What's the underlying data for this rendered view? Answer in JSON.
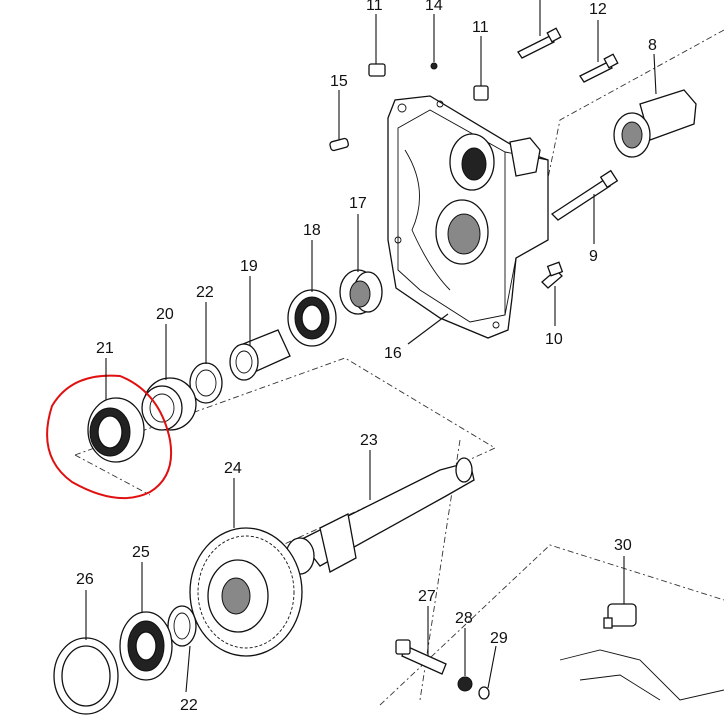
{
  "diagram": {
    "labels": {
      "l8": "8",
      "l9": "9",
      "l10": "10",
      "l11a": "11",
      "l11b": "11",
      "l12": "12",
      "l14": "14",
      "l15": "15",
      "l16": "16",
      "l17": "17",
      "l18": "18",
      "l19": "19",
      "l20": "20",
      "l21": "21",
      "l22a": "22",
      "l22b": "22",
      "l23": "23",
      "l24": "24",
      "l25": "25",
      "l26": "26",
      "l27": "27",
      "l28": "28",
      "l29": "29",
      "l30": "30"
    },
    "highlight_color": "#e01010",
    "line_color": "#111111"
  }
}
